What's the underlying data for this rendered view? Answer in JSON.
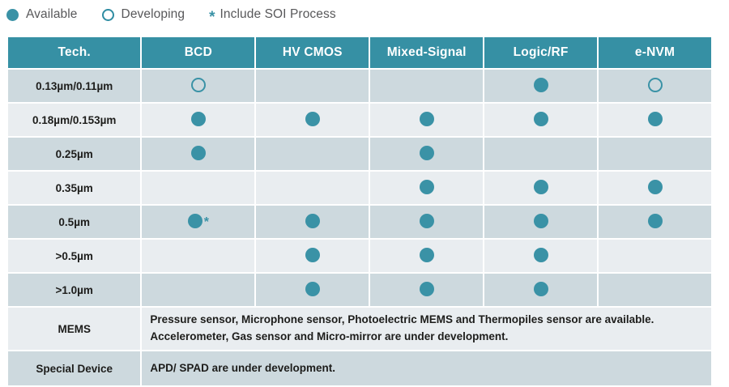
{
  "legend": {
    "items": [
      {
        "icon": "filled-circle-icon",
        "label": "Available"
      },
      {
        "icon": "open-circle-icon",
        "label": "Developing"
      },
      {
        "icon": "asterisk-icon",
        "label": "Include SOI Process"
      }
    ]
  },
  "colors": {
    "header_teal": "#3690a4",
    "marker_teal": "#3a92a6",
    "row_dark": "#cdd9de",
    "row_light": "#e9edf0",
    "text_dark": "#1d1d1b",
    "legend_text": "#58585a"
  },
  "table": {
    "columns": [
      "Tech.",
      "BCD",
      "HV CMOS",
      "Mixed-Signal",
      "Logic/RF",
      "e-NVM"
    ],
    "rows": [
      {
        "tech": "0.13µm/0.11µm",
        "cells": [
          "open",
          "none",
          "none",
          "filled",
          "open"
        ]
      },
      {
        "tech": "0.18µm/0.153µm",
        "cells": [
          "filled",
          "filled",
          "filled",
          "filled",
          "filled"
        ]
      },
      {
        "tech": "0.25µm",
        "cells": [
          "filled",
          "none",
          "filled",
          "none",
          "none"
        ]
      },
      {
        "tech": "0.35µm",
        "cells": [
          "none",
          "none",
          "filled",
          "filled",
          "filled"
        ]
      },
      {
        "tech": "0.5µm",
        "cells": [
          "filled-star",
          "filled",
          "filled",
          "filled",
          "filled"
        ]
      },
      {
        "tech": ">0.5µm",
        "cells": [
          "none",
          "filled",
          "filled",
          "filled",
          "none"
        ]
      },
      {
        "tech": ">1.0µm",
        "cells": [
          "none",
          "filled",
          "filled",
          "filled",
          "none"
        ]
      }
    ],
    "notes": [
      {
        "label": "MEMS",
        "line1": "Pressure sensor, Microphone sensor, Photoelectric MEMS and Thermopiles sensor are available.",
        "line2": "Accelerometer, Gas sensor and Micro-mirror are under development."
      },
      {
        "label": "Special Device",
        "line1": "APD/ SPAD are under development.",
        "line2": ""
      }
    ]
  }
}
